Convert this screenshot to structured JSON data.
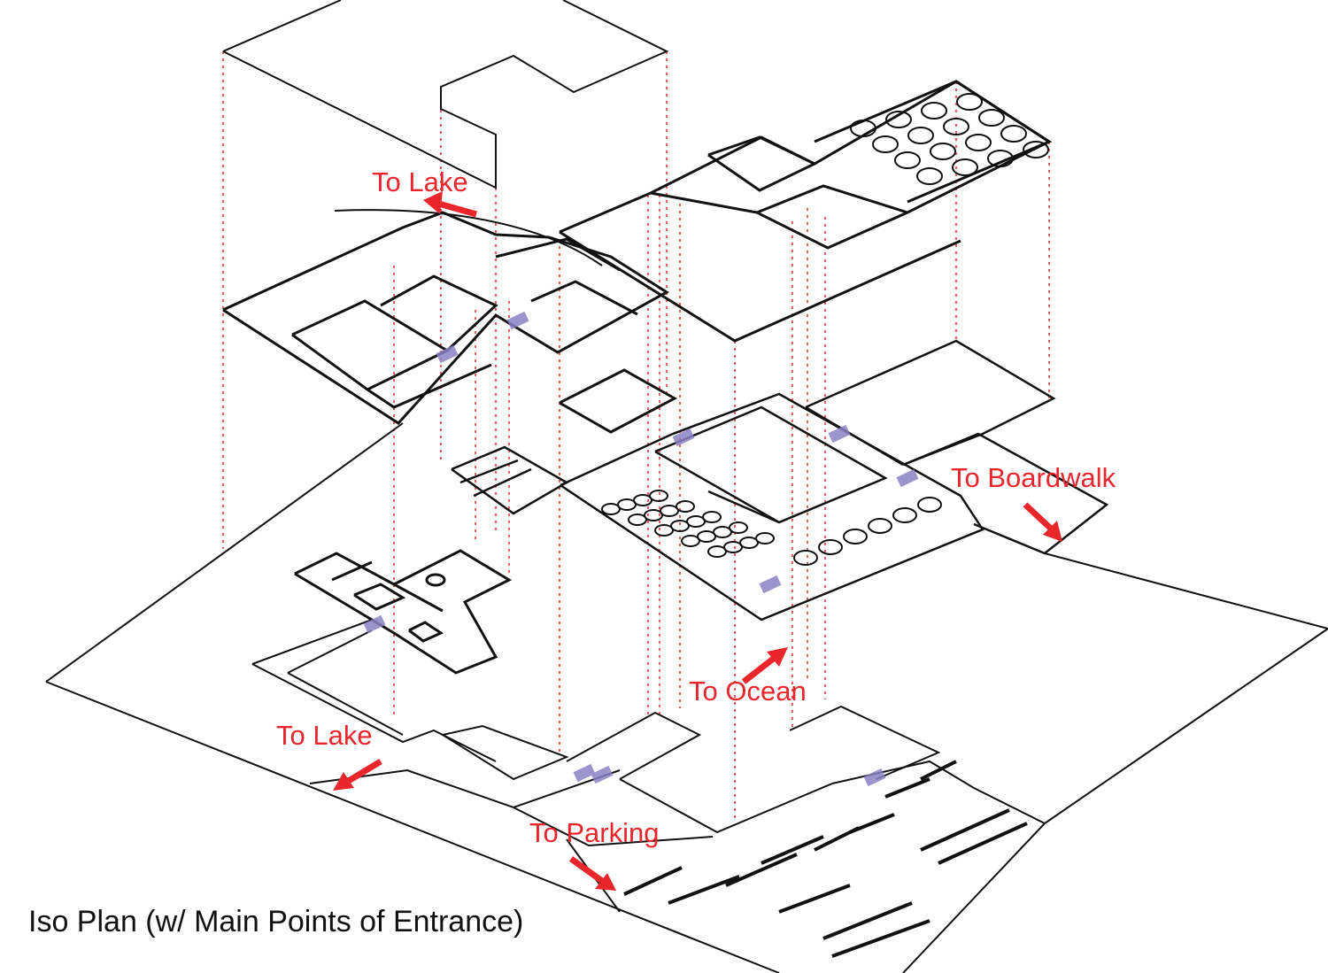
{
  "caption": "Iso Plan (w/ Main Points of Entrance)",
  "labels": {
    "lake_top": "To Lake",
    "boardwalk": "To Boardwalk",
    "ocean": "To Ocean",
    "lake_bottom": "To Lake",
    "parking": "To Parking"
  },
  "colors": {
    "label": "#e8262b",
    "line": "#111111",
    "projection": "#e8262b",
    "door_marker": "#8b82c4",
    "background": "#ffffff"
  }
}
